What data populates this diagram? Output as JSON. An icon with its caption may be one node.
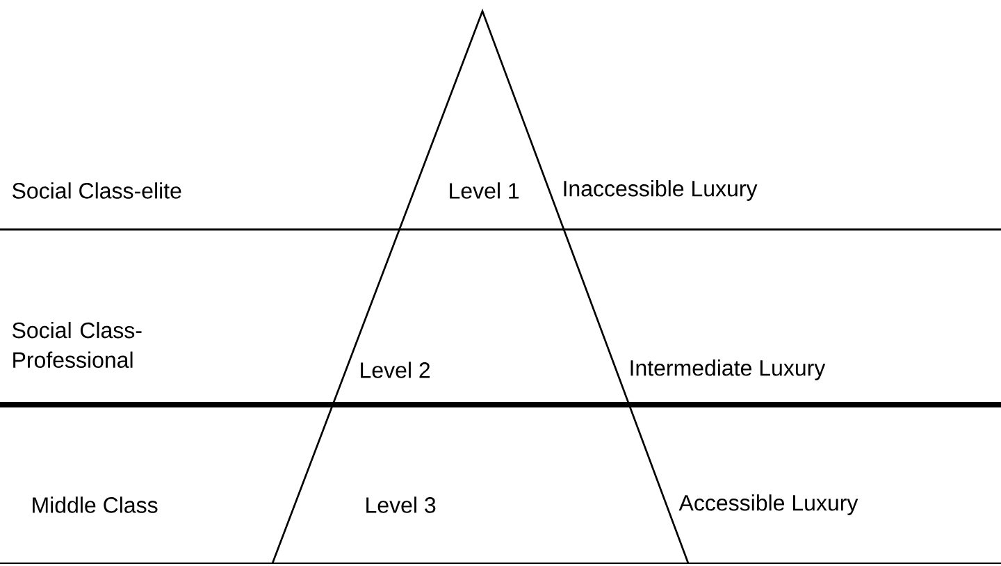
{
  "diagram": {
    "labels": [
      "Social Class-elite",
      "Level 1",
      "Inaccessible Luxury",
      "Social Class- Professional",
      "Level 2",
      "Intermediate Luxury",
      "Middle Class",
      "Level 3",
      "Accessible Luxury"
    ]
  }
}
